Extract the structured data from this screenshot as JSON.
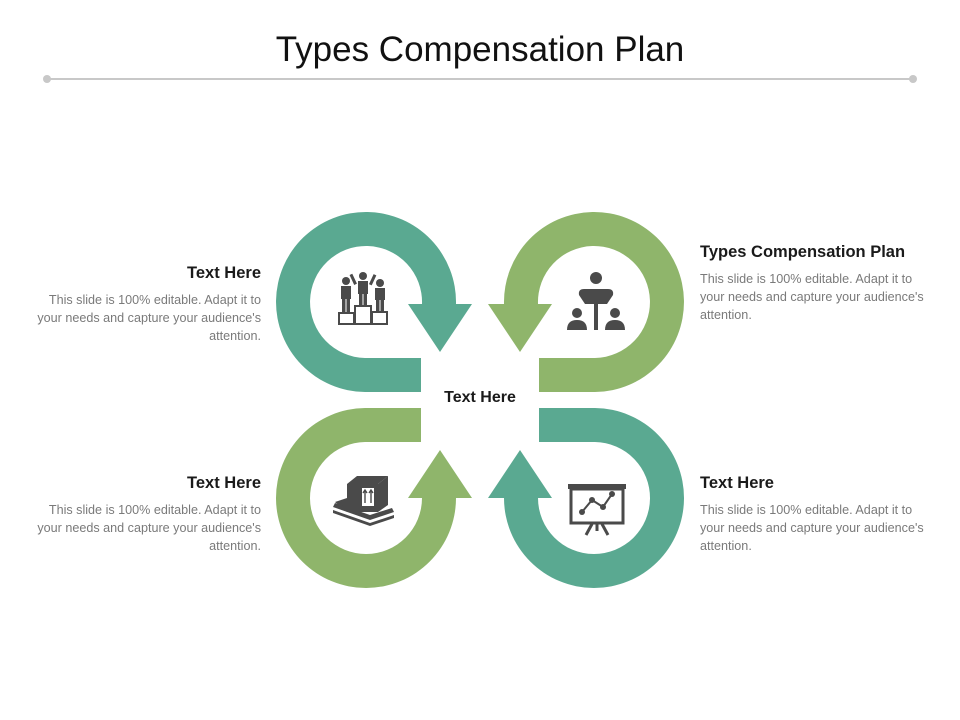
{
  "title": "Types Compensation Plan",
  "center_label": "Text Here",
  "colors": {
    "teal": "#5aa991",
    "green": "#8fb56b",
    "icon": "#4a4a4a",
    "rule": "#c8c8c8"
  },
  "blocks": [
    {
      "id": "top-left",
      "heading": "Text Here",
      "body": "This slide is 100% editable. Adapt it to your needs and capture your audience's attention.",
      "icon": "podium-people-icon"
    },
    {
      "id": "top-right",
      "heading": "Types Compensation Plan",
      "body": "This slide is 100% editable. Adapt it to your needs and capture your audience's attention.",
      "icon": "team-hierarchy-icon"
    },
    {
      "id": "bottom-left",
      "heading": "Text Here",
      "body": "This slide is 100% editable. Adapt it to your needs and capture your audience's attention.",
      "icon": "boxes-pallet-icon"
    },
    {
      "id": "bottom-right",
      "heading": "Text Here",
      "body": "This slide is 100% editable. Adapt it to your needs and capture your audience's attention.",
      "icon": "presentation-chart-icon"
    }
  ]
}
